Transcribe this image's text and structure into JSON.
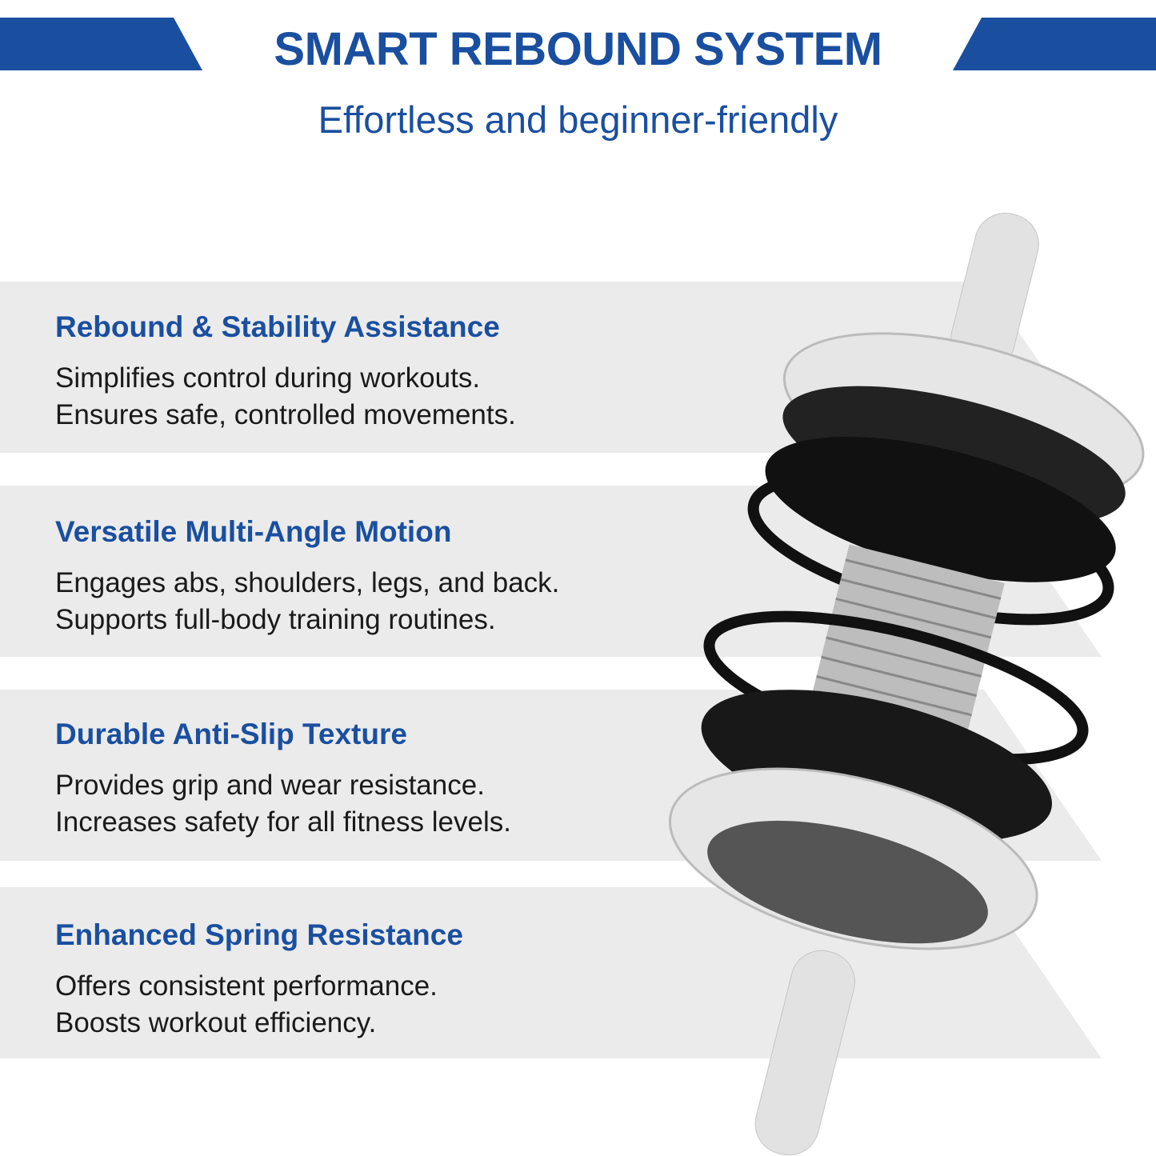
{
  "header": {
    "title": "SMART REBOUND SYSTEM",
    "subtitle": "Effortless and beginner-friendly"
  },
  "features": [
    {
      "title": "Rebound & Stability Assistance",
      "lines": [
        "Simplifies control during workouts.",
        "Ensures safe, controlled movements."
      ]
    },
    {
      "title": "Versatile Multi-Angle Motion",
      "lines": [
        "Engages abs, shoulders, legs, and back.",
        "Supports full-body training routines."
      ]
    },
    {
      "title": "Durable Anti-Slip Texture",
      "lines": [
        "Provides grip and wear resistance.",
        "Increases safety for all fitness levels."
      ]
    },
    {
      "title": "Enhanced Spring Resistance",
      "lines": [
        "Offers consistent performance.",
        "Boosts workout efficiency."
      ]
    }
  ],
  "colors": {
    "brand": "#1a4fa0",
    "band": "#ebebeb"
  }
}
